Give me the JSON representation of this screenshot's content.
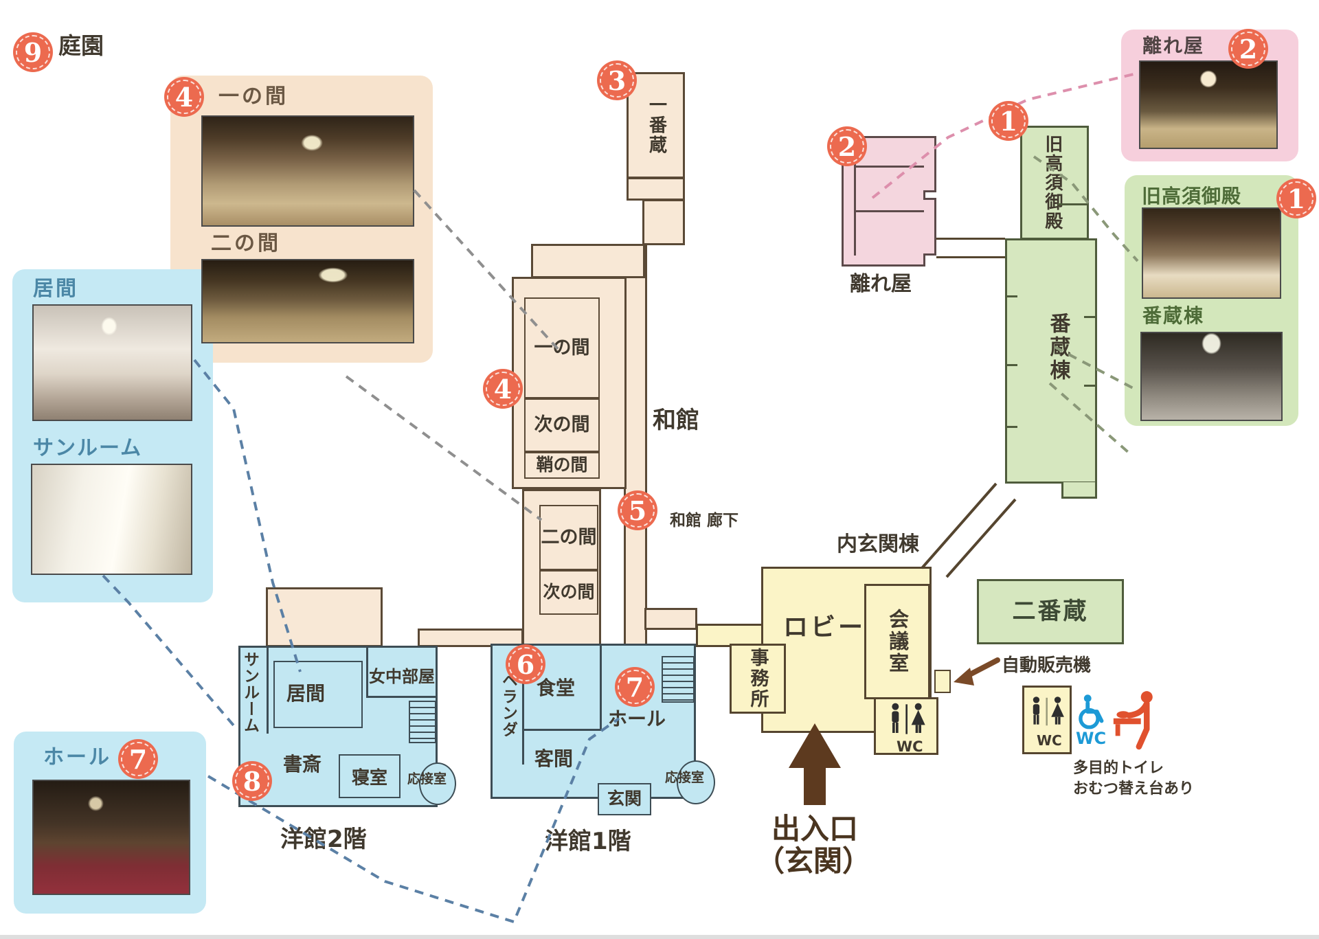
{
  "garden": {
    "badge": "9",
    "label": "庭園"
  },
  "cards": {
    "rooms": {
      "badge": "4",
      "label1": "一の間",
      "label2": "二の間"
    },
    "living": {
      "label1": "居間",
      "label2": "サンルーム"
    },
    "hall": {
      "badge": "7",
      "label": "ホール"
    },
    "hanare": {
      "badge": "2",
      "label": "離れ屋"
    },
    "goten": {
      "badge": "1",
      "label1": "旧高須御殿",
      "label2": "番蔵棟"
    }
  },
  "wakan": {
    "label": "和館",
    "kura_badge": "3",
    "kura": "一番蔵",
    "rooms_badge": "4",
    "room1": "一の間",
    "room2": "次の間",
    "room3": "鞘の間",
    "room4": "二の間",
    "room5": "次の間",
    "cor_badge": "5",
    "cor_label": "和館 廊下"
  },
  "f1": {
    "badge": "6",
    "veranda": "ベランダ",
    "dining": "食堂",
    "hall_badge": "7",
    "hall": "ホール",
    "guest": "客間",
    "genkan": "玄関",
    "reception": "応接室",
    "caption": "洋館1階"
  },
  "f2": {
    "sunroom": "サンルーム",
    "living": "居間",
    "maid": "女中部屋",
    "badge": "8",
    "study": "書斎",
    "bedroom": "寝室",
    "reception": "応接室",
    "caption": "洋館2階"
  },
  "annex": {
    "label": "内玄関棟",
    "lobby": "ロビー",
    "office": "事務所",
    "meeting": "会議室",
    "wc": "WC"
  },
  "nibangura": {
    "label": "二番蔵"
  },
  "hanare": {
    "badge": "2",
    "label": "離れ屋"
  },
  "goten": {
    "badge": "1",
    "label": "旧高須御殿",
    "banzo": "番蔵棟"
  },
  "gate": {
    "line1": "出入口",
    "line2": "（玄関）"
  },
  "legend": {
    "vending": "自動販売機",
    "wc": "WC",
    "bwc": "WC",
    "note1": "多目的トイレ",
    "note2": "おむつ替え台あり"
  }
}
